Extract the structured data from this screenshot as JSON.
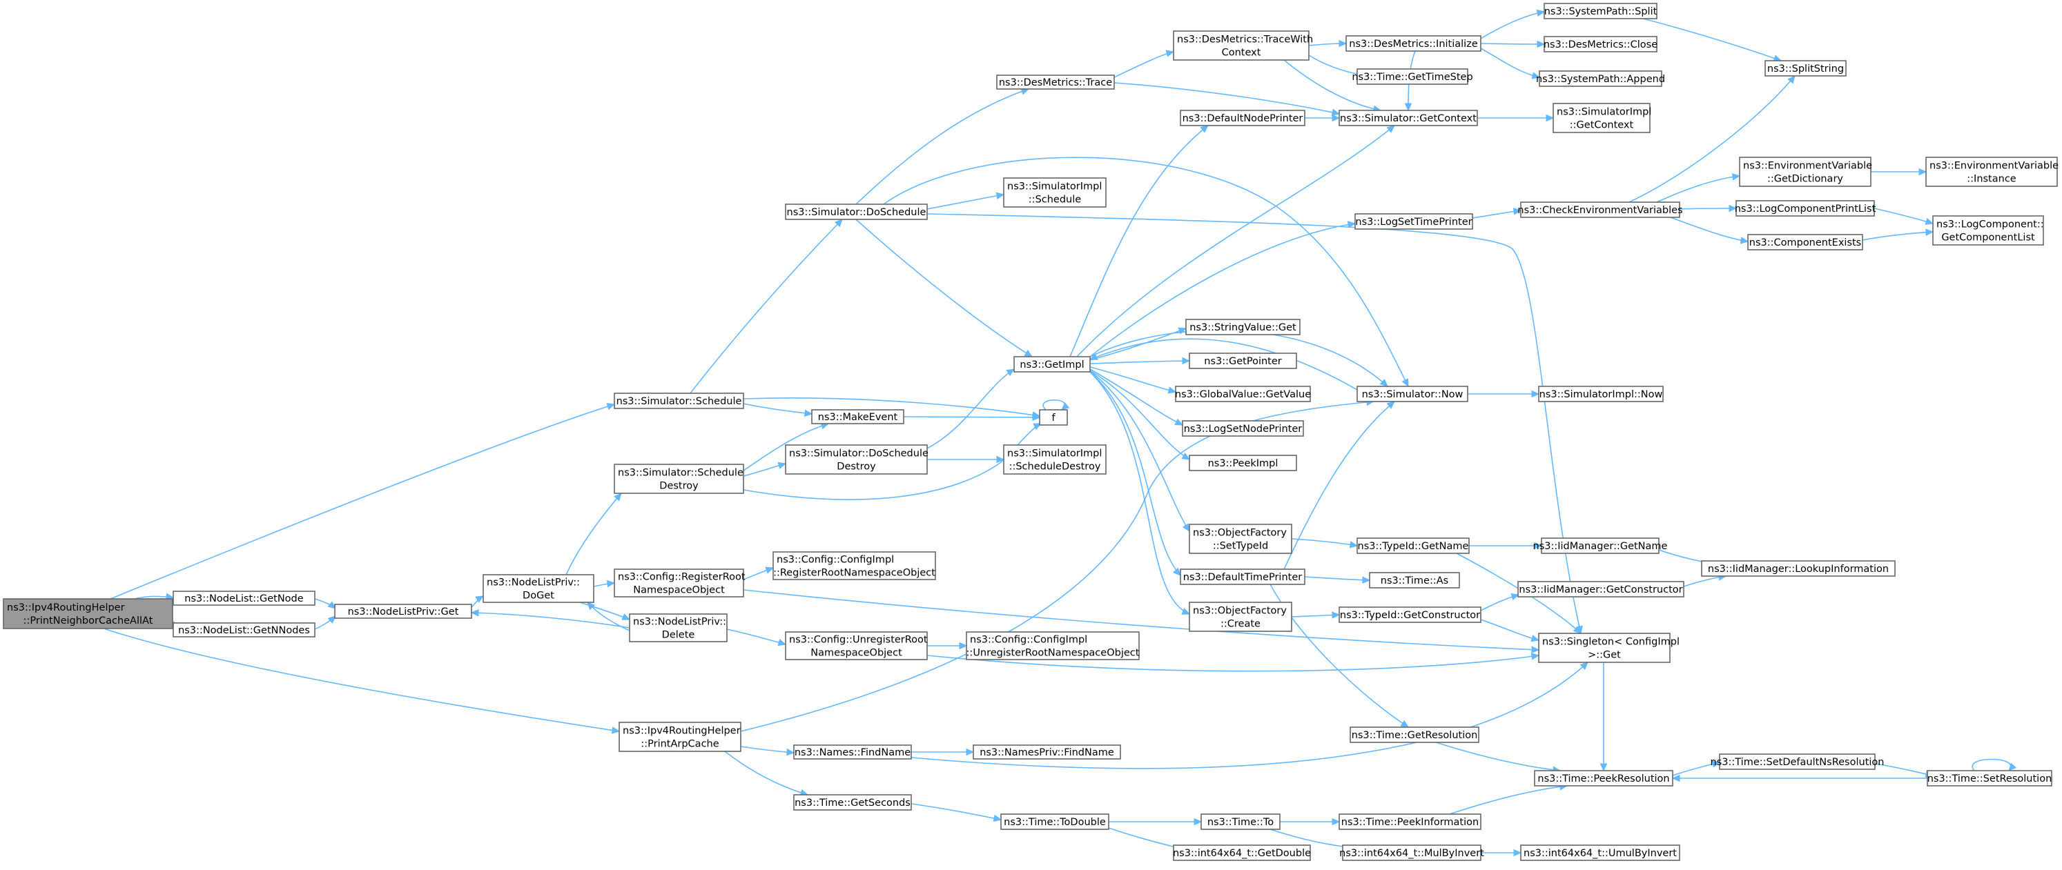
{
  "graph": {
    "nodes": [
      {
        "id": "root",
        "lines": [
          "ns3::Ipv4RoutingHelper",
          "::PrintNeighborCacheAllAt"
        ],
        "root": true
      },
      {
        "id": "nl_getnode",
        "lines": [
          "ns3::NodeList::GetNode"
        ]
      },
      {
        "id": "nl_getnnodes",
        "lines": [
          "ns3::NodeList::GetNNodes"
        ]
      },
      {
        "id": "nlp_get",
        "lines": [
          "ns3::NodeListPriv::Get"
        ]
      },
      {
        "id": "nlp_doget",
        "lines": [
          "ns3::NodeListPriv::",
          "DoGet"
        ]
      },
      {
        "id": "nlp_delete",
        "lines": [
          "ns3::NodeListPriv::",
          "Delete"
        ]
      },
      {
        "id": "sim_schedule",
        "lines": [
          "ns3::Simulator::Schedule"
        ]
      },
      {
        "id": "sim_schedule_destroy",
        "lines": [
          "ns3::Simulator::Schedule",
          "Destroy"
        ]
      },
      {
        "id": "cfg_register",
        "lines": [
          "ns3::Config::RegisterRoot",
          "NamespaceObject"
        ]
      },
      {
        "id": "cfg_unregister",
        "lines": [
          "ns3::Config::UnregisterRoot",
          "NamespaceObject"
        ]
      },
      {
        "id": "print_arp",
        "lines": [
          "ns3::Ipv4RoutingHelper",
          "::PrintArpCache"
        ]
      },
      {
        "id": "sim_doschedule",
        "lines": [
          "ns3::Simulator::DoSchedule"
        ]
      },
      {
        "id": "make_event",
        "lines": [
          "ns3::MakeEvent"
        ]
      },
      {
        "id": "sim_doschedule_destroy",
        "lines": [
          "ns3::Simulator::DoSchedule",
          "Destroy"
        ]
      },
      {
        "id": "cfgimpl_register",
        "lines": [
          "ns3::Config::ConfigImpl",
          "::RegisterRootNamespaceObject"
        ]
      },
      {
        "id": "cfgimpl_unregister",
        "lines": [
          "ns3::Config::ConfigImpl",
          "::UnregisterRootNamespaceObject"
        ]
      },
      {
        "id": "names_find",
        "lines": [
          "ns3::Names::FindName"
        ]
      },
      {
        "id": "time_getseconds",
        "lines": [
          "ns3::Time::GetSeconds"
        ]
      },
      {
        "id": "desm_trace",
        "lines": [
          "ns3::DesMetrics::Trace"
        ]
      },
      {
        "id": "simimpl_schedule",
        "lines": [
          "ns3::SimulatorImpl",
          "::Schedule"
        ]
      },
      {
        "id": "getimpl",
        "lines": [
          "ns3::GetImpl"
        ]
      },
      {
        "id": "f",
        "lines": [
          "f"
        ]
      },
      {
        "id": "simimpl_scheddestroy",
        "lines": [
          "ns3::SimulatorImpl",
          "::ScheduleDestroy"
        ]
      },
      {
        "id": "namespriv_find",
        "lines": [
          "ns3::NamesPriv::FindName"
        ]
      },
      {
        "id": "time_todouble",
        "lines": [
          "ns3::Time::ToDouble"
        ]
      },
      {
        "id": "desm_tracewith",
        "lines": [
          "ns3::DesMetrics::TraceWith",
          "Context"
        ]
      },
      {
        "id": "default_node_printer",
        "lines": [
          "ns3::DefaultNodePrinter"
        ]
      },
      {
        "id": "stringvalue_get",
        "lines": [
          "ns3::StringValue::Get"
        ]
      },
      {
        "id": "getpointer",
        "lines": [
          "ns3::GetPointer"
        ]
      },
      {
        "id": "globalvalue_get",
        "lines": [
          "ns3::GlobalValue::GetValue"
        ]
      },
      {
        "id": "logset_node",
        "lines": [
          "ns3::LogSetNodePrinter"
        ]
      },
      {
        "id": "peekimpl",
        "lines": [
          "ns3::PeekImpl"
        ]
      },
      {
        "id": "objfactory_settypeid",
        "lines": [
          "ns3::ObjectFactory",
          "::SetTypeId"
        ]
      },
      {
        "id": "default_time_printer",
        "lines": [
          "ns3::DefaultTimePrinter"
        ]
      },
      {
        "id": "objfactory_create",
        "lines": [
          "ns3::ObjectFactory",
          "::Create"
        ]
      },
      {
        "id": "time_to",
        "lines": [
          "ns3::Time::To"
        ]
      },
      {
        "id": "int64_getdouble",
        "lines": [
          "ns3::int64x64_t::GetDouble"
        ]
      },
      {
        "id": "desm_initialize",
        "lines": [
          "ns3::DesMetrics::Initialize"
        ]
      },
      {
        "id": "time_gettimestep",
        "lines": [
          "ns3::Time::GetTimeStep"
        ]
      },
      {
        "id": "sim_getcontext",
        "lines": [
          "ns3::Simulator::GetContext"
        ]
      },
      {
        "id": "logset_time",
        "lines": [
          "ns3::LogSetTimePrinter"
        ]
      },
      {
        "id": "sim_now",
        "lines": [
          "ns3::Simulator::Now"
        ]
      },
      {
        "id": "typeid_getname",
        "lines": [
          "ns3::TypeId::GetName"
        ]
      },
      {
        "id": "time_as",
        "lines": [
          "ns3::Time::As"
        ]
      },
      {
        "id": "typeid_getctor",
        "lines": [
          "ns3::TypeId::GetConstructor"
        ]
      },
      {
        "id": "time_getresolution",
        "lines": [
          "ns3::Time::GetResolution"
        ]
      },
      {
        "id": "time_peekinfo",
        "lines": [
          "ns3::Time::PeekInformation"
        ]
      },
      {
        "id": "int64_mulbyinvert",
        "lines": [
          "ns3::int64x64_t::MulByInvert"
        ]
      },
      {
        "id": "syspath_split",
        "lines": [
          "ns3::SystemPath::Split"
        ]
      },
      {
        "id": "desm_close",
        "lines": [
          "ns3::DesMetrics::Close"
        ]
      },
      {
        "id": "syspath_append",
        "lines": [
          "ns3::SystemPath::Append"
        ]
      },
      {
        "id": "simimpl_getcontext",
        "lines": [
          "ns3::SimulatorImpl",
          "::GetContext"
        ]
      },
      {
        "id": "check_env",
        "lines": [
          "ns3::CheckEnvironmentVariables"
        ]
      },
      {
        "id": "simimpl_now",
        "lines": [
          "ns3::SimulatorImpl::Now"
        ]
      },
      {
        "id": "iid_getname",
        "lines": [
          "ns3::IidManager::GetName"
        ]
      },
      {
        "id": "iid_getctor",
        "lines": [
          "ns3::IidManager::GetConstructor"
        ]
      },
      {
        "id": "singleton_get",
        "lines": [
          "ns3::Singleton< ConfigImpl",
          " >::Get"
        ]
      },
      {
        "id": "time_peekres",
        "lines": [
          "ns3::Time::PeekResolution"
        ]
      },
      {
        "id": "int64_umulbyinvert",
        "lines": [
          "ns3::int64x64_t::UmulByInvert"
        ]
      },
      {
        "id": "split_string",
        "lines": [
          "ns3::SplitString"
        ]
      },
      {
        "id": "envvar_getdict",
        "lines": [
          "ns3::EnvironmentVariable",
          "::GetDictionary"
        ]
      },
      {
        "id": "logcomp_printlist",
        "lines": [
          "ns3::LogComponentPrintList"
        ]
      },
      {
        "id": "component_exists",
        "lines": [
          "ns3::ComponentExists"
        ]
      },
      {
        "id": "iid_lookup",
        "lines": [
          "ns3::IidManager::LookupInformation"
        ]
      },
      {
        "id": "time_setdefaultns",
        "lines": [
          "ns3::Time::SetDefaultNsResolution"
        ]
      },
      {
        "id": "envvar_instance",
        "lines": [
          "ns3::EnvironmentVariable",
          "::Instance"
        ]
      },
      {
        "id": "logcomp_getlist",
        "lines": [
          "ns3::LogComponent::",
          "GetComponentList"
        ]
      },
      {
        "id": "time_setres",
        "lines": [
          "ns3::Time::SetResolution"
        ]
      }
    ],
    "edges": [
      [
        "root",
        "nl_getnode"
      ],
      [
        "root",
        "nl_getnnodes"
      ],
      [
        "root",
        "sim_schedule"
      ],
      [
        "root",
        "print_arp"
      ],
      [
        "nl_getnode",
        "nlp_get"
      ],
      [
        "nl_getnnodes",
        "nlp_get"
      ],
      [
        "nlp_get",
        "nlp_doget"
      ],
      [
        "nlp_doget",
        "nlp_delete"
      ],
      [
        "nlp_delete",
        "nlp_doget"
      ],
      [
        "nlp_delete",
        "nlp_get"
      ],
      [
        "nlp_doget",
        "sim_schedule_destroy"
      ],
      [
        "nlp_doget",
        "cfg_register"
      ],
      [
        "nlp_delete",
        "cfg_unregister"
      ],
      [
        "sim_schedule",
        "sim_doschedule"
      ],
      [
        "sim_schedule",
        "make_event"
      ],
      [
        "sim_schedule",
        "f"
      ],
      [
        "sim_schedule_destroy",
        "make_event"
      ],
      [
        "sim_schedule_destroy",
        "sim_doschedule_destroy"
      ],
      [
        "sim_schedule_destroy",
        "f"
      ],
      [
        "cfg_register",
        "cfgimpl_register"
      ],
      [
        "cfg_register",
        "singleton_get"
      ],
      [
        "cfg_unregister",
        "cfgimpl_unregister"
      ],
      [
        "cfg_unregister",
        "singleton_get"
      ],
      [
        "print_arp",
        "sim_now"
      ],
      [
        "print_arp",
        "names_find"
      ],
      [
        "print_arp",
        "time_getseconds"
      ],
      [
        "sim_doschedule",
        "desm_trace"
      ],
      [
        "sim_doschedule",
        "simimpl_schedule"
      ],
      [
        "sim_doschedule",
        "getimpl"
      ],
      [
        "sim_doschedule",
        "sim_now"
      ],
      [
        "sim_doschedule",
        "singleton_get"
      ],
      [
        "make_event",
        "f"
      ],
      [
        "f",
        "f"
      ],
      [
        "sim_doschedule_destroy",
        "getimpl"
      ],
      [
        "sim_doschedule_destroy",
        "simimpl_scheddestroy"
      ],
      [
        "names_find",
        "namespriv_find"
      ],
      [
        "names_find",
        "singleton_get"
      ],
      [
        "time_getseconds",
        "time_todouble"
      ],
      [
        "desm_trace",
        "desm_tracewith"
      ],
      [
        "desm_trace",
        "sim_getcontext"
      ],
      [
        "getimpl",
        "default_node_printer"
      ],
      [
        "getimpl",
        "stringvalue_get"
      ],
      [
        "getimpl",
        "getpointer"
      ],
      [
        "getimpl",
        "globalvalue_get"
      ],
      [
        "getimpl",
        "logset_node"
      ],
      [
        "getimpl",
        "peekimpl"
      ],
      [
        "getimpl",
        "objfactory_settypeid"
      ],
      [
        "getimpl",
        "default_time_printer"
      ],
      [
        "getimpl",
        "objfactory_create"
      ],
      [
        "getimpl",
        "logset_time"
      ],
      [
        "getimpl",
        "sim_now"
      ],
      [
        "getimpl",
        "sim_getcontext"
      ],
      [
        "time_todouble",
        "time_to"
      ],
      [
        "time_todouble",
        "int64_getdouble"
      ],
      [
        "desm_tracewith",
        "desm_initialize"
      ],
      [
        "desm_tracewith",
        "time_gettimestep"
      ],
      [
        "desm_tracewith",
        "sim_getcontext"
      ],
      [
        "default_node_printer",
        "sim_getcontext"
      ],
      [
        "objfactory_settypeid",
        "typeid_getname"
      ],
      [
        "default_time_printer",
        "sim_now"
      ],
      [
        "default_time_printer",
        "time_as"
      ],
      [
        "default_time_printer",
        "time_getresolution"
      ],
      [
        "objfactory_create",
        "typeid_getctor"
      ],
      [
        "time_to",
        "time_peekinfo"
      ],
      [
        "time_to",
        "int64_mulbyinvert"
      ],
      [
        "desm_initialize",
        "syspath_split"
      ],
      [
        "desm_initialize",
        "desm_close"
      ],
      [
        "desm_initialize",
        "syspath_append"
      ],
      [
        "desm_initialize",
        "sim_getcontext"
      ],
      [
        "sim_getcontext",
        "simimpl_getcontext"
      ],
      [
        "logset_time",
        "check_env"
      ],
      [
        "sim_now",
        "simimpl_now"
      ],
      [
        "sim_now",
        "getimpl"
      ],
      [
        "typeid_getname",
        "iid_getname"
      ],
      [
        "typeid_getname",
        "singleton_get"
      ],
      [
        "typeid_getctor",
        "iid_getctor"
      ],
      [
        "typeid_getctor",
        "singleton_get"
      ],
      [
        "time_getresolution",
        "time_peekres"
      ],
      [
        "time_peekinfo",
        "time_peekres"
      ],
      [
        "int64_mulbyinvert",
        "int64_umulbyinvert"
      ],
      [
        "syspath_split",
        "split_string"
      ],
      [
        "check_env",
        "split_string"
      ],
      [
        "check_env",
        "envvar_getdict"
      ],
      [
        "check_env",
        "logcomp_printlist"
      ],
      [
        "check_env",
        "component_exists"
      ],
      [
        "iid_getname",
        "iid_lookup"
      ],
      [
        "iid_getctor",
        "iid_lookup"
      ],
      [
        "singleton_get",
        "time_peekres"
      ],
      [
        "time_peekres",
        "time_setdefaultns"
      ],
      [
        "envvar_getdict",
        "envvar_instance"
      ],
      [
        "logcomp_printlist",
        "logcomp_getlist"
      ],
      [
        "component_exists",
        "logcomp_getlist"
      ],
      [
        "time_setdefaultns",
        "time_setres"
      ],
      [
        "time_setres",
        "time_peekres"
      ],
      [
        "time_setres",
        "time_setres"
      ]
    ]
  }
}
